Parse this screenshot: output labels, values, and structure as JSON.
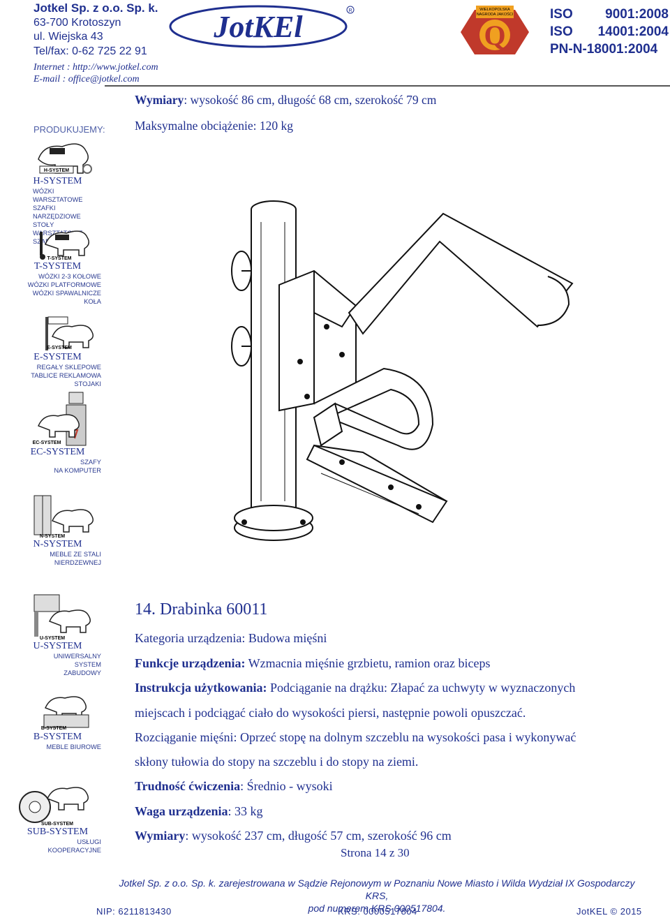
{
  "header": {
    "company_name": "Jotkel Sp. z o.o. Sp. k.",
    "postal": "63-700 Krotoszyn",
    "street": "ul. Wiejska 43",
    "phone": "Tel/fax: 0-62 725 22 91",
    "internet": "Internet : http://www.jotkel.com",
    "email": "E-mail : office@jotkel.com",
    "logo_text": "JotKEl",
    "badge_line1": "WIELKOPOLSKA",
    "badge_line2": "NAGRODA JAKOŚCI",
    "badge_letter": "Q",
    "iso": [
      {
        "std": "ISO",
        "num": "9001:2008"
      },
      {
        "std": "ISO",
        "num": "14001:2004"
      },
      {
        "std": "",
        "num": "PN-N-18001:2004"
      }
    ]
  },
  "sidebar": {
    "heading": "PRODUKUJEMY:",
    "items": [
      {
        "title": "H-SYSTEM",
        "sub": [
          "WÓZKI WARSZTATOWE",
          "SZAFKI NARZĘDZIOWE",
          "STOŁY WARSZTATOWE",
          "SZAFY BHP"
        ],
        "badge": "H-SYSTEM"
      },
      {
        "title": "T-SYSTEM",
        "sub": [
          "WÓZKI 2-3 KOŁOWE",
          "WÓZKI PLATFORMOWE",
          "WÓZKI SPAWALNICZE",
          "KOŁA"
        ],
        "badge": "T-SYSTEM"
      },
      {
        "title": "E-SYSTEM",
        "sub": [
          "REGAŁY SKLEPOWE",
          "TABLICE REKLAMOWA",
          "STOJAKI"
        ],
        "badge": "E-SYSTEM"
      },
      {
        "title": "EC-SYSTEM",
        "sub": [
          "SZAFY",
          "NA KOMPUTER"
        ],
        "badge": "EC-SYSTEM"
      },
      {
        "title": "N-SYSTEM",
        "sub": [
          "MEBLE ZE STALI",
          "NIERDZEWNEJ"
        ],
        "badge": "N-SYSTEM"
      },
      {
        "title": "U-SYSTEM",
        "sub": [
          "UNIWERSALNY",
          "SYSTEM",
          "ZABUDOWY"
        ],
        "badge": "U-SYSTEM"
      },
      {
        "title": "B-SYSTEM",
        "sub": [
          "MEBLE BIUROWE"
        ],
        "badge": "B-SYSTEM"
      },
      {
        "title": "SUB-SYSTEM",
        "sub": [
          "USŁUGI",
          "KOOPERACYJNE"
        ],
        "badge": "SUB-SYSTEM"
      }
    ]
  },
  "previous": {
    "dims_label": "Wymiary",
    "dims_text": ": wysokość 86 cm, długość 68 cm, szerokość 79 cm",
    "load_label": "Maksymalne obciążenie",
    "load_text": ": 120 kg"
  },
  "section": {
    "title": "14. Drabinka 60011",
    "category": "Kategoria urządzenia: Budowa mięśni",
    "functions_label": "Funkcje urządzenia:",
    "functions_text": " Wzmacnia mięśnie grzbietu, ramion oraz biceps",
    "instr_label": "Instrukcja użytkowania:",
    "instr_text1": " Podciąganie na drążku: Złapać za uchwyty w wyznaczonych",
    "instr_text2": "miejscach i podciągać ciało do wysokości piersi, następnie powoli opuszczać.",
    "instr_text3": "Rozciąganie mięśni: Oprzeć stopę na dolnym szczeblu na wysokości pasa i wykonywać",
    "instr_text4": "skłony tułowia do stopy na szczeblu i do stopy na ziemi.",
    "difficulty_label": "Trudność ćwiczenia",
    "difficulty_text": ": Średnio - wysoki",
    "weight_label": "Waga urządzenia",
    "weight_text": ": 33 kg",
    "dims_label": "Wymiary",
    "dims_text": ": wysokość 237 cm, długość 57 cm, szerokość 96 cm",
    "page": "Strona 14 z 30"
  },
  "footer": {
    "reg_line1": "Jotkel Sp. z o.o. Sp. k. zarejestrowana w Sądzie Rejonowym w Poznaniu Nowe Miasto i Wilda Wydział IX Gospodarczy KRS,",
    "reg_line2": "pod numerem KRS 000517804.",
    "nip": "NIP: 6211813430",
    "krs": "KRS: 0000517804",
    "copyright": "JotKEL © 2015"
  },
  "colors": {
    "text_blue": "#1f2f8f",
    "badge_red": "#c0392b",
    "badge_orange": "#f0a020"
  }
}
